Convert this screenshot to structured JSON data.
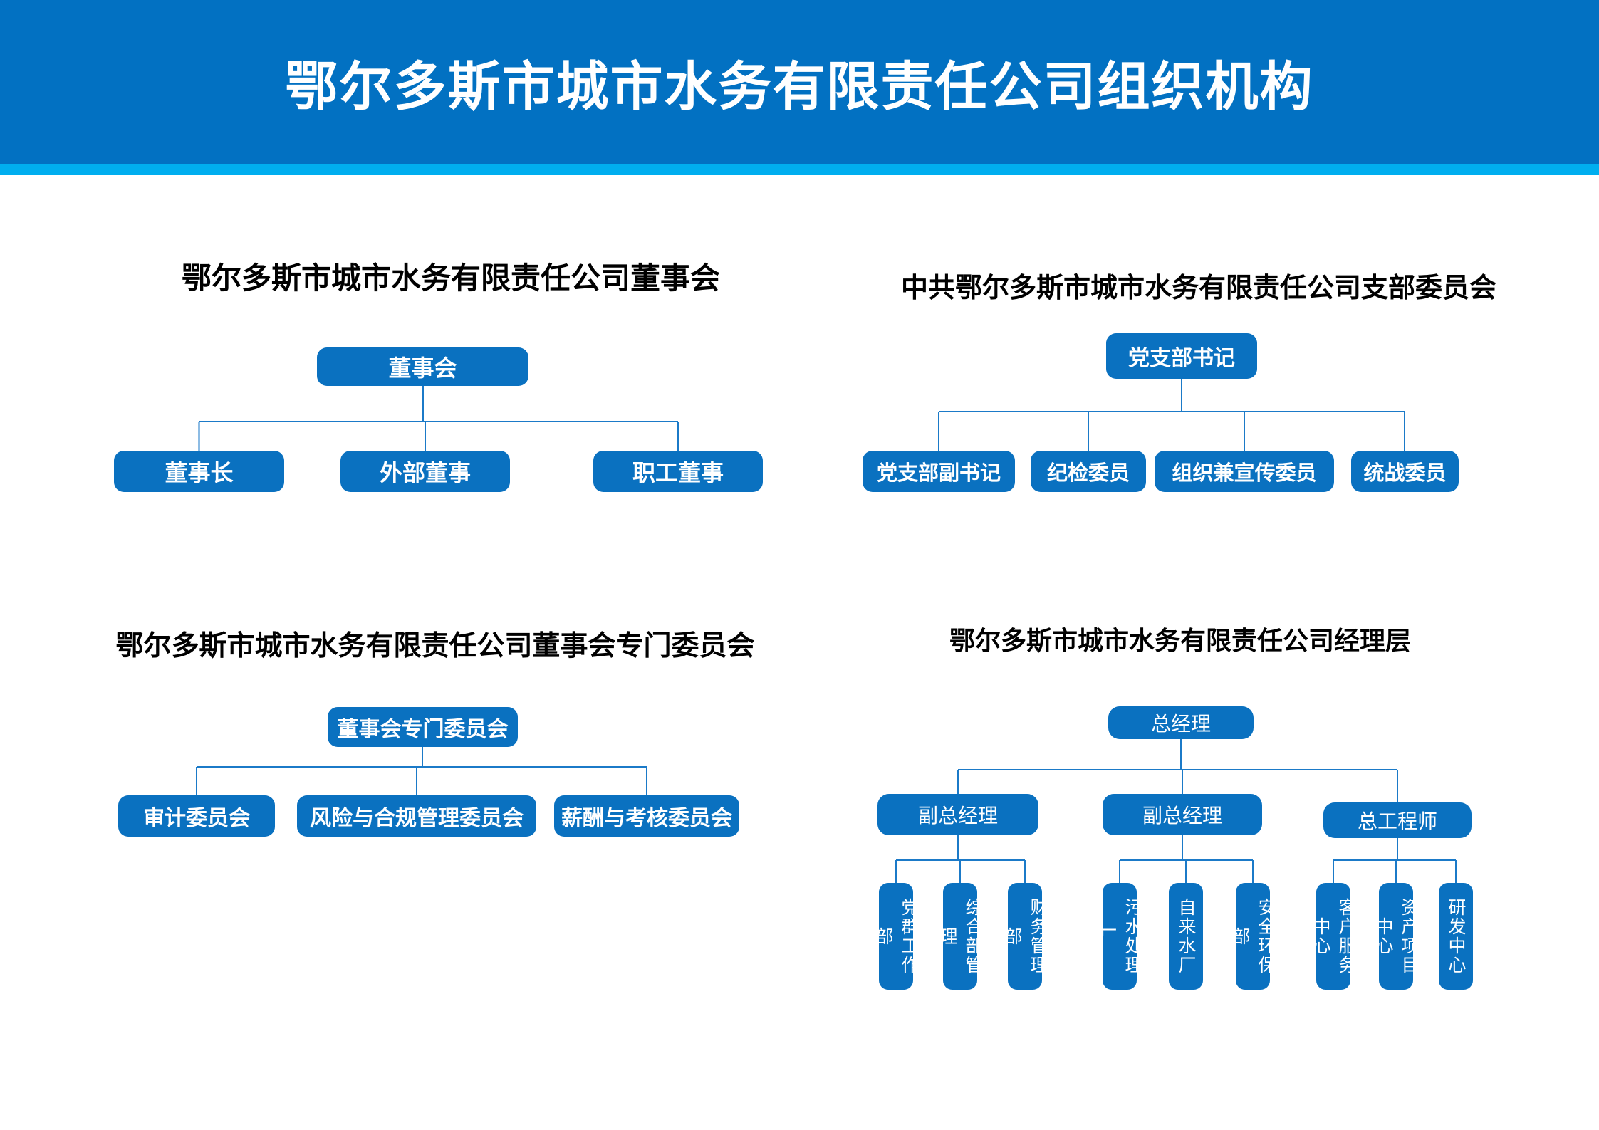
{
  "header": {
    "title": "鄂尔多斯市城市水务有限责任公司组织机构"
  },
  "colors": {
    "header_bg": "#0271c2",
    "accent_strip": "#00aeef",
    "node_bg": "#0a71c0",
    "node_text": "#ffffff",
    "connector": "#1b7ac8",
    "chart_title_text": "#000000",
    "page_bg": "#ffffff"
  },
  "charts": {
    "board": {
      "title": "鄂尔多斯市城市水务有限责任公司董事会",
      "root": "董事会",
      "children": [
        "董事长",
        "外部董事",
        "职工董事"
      ]
    },
    "party": {
      "title": "中共鄂尔多斯市城市水务有限责任公司支部委员会",
      "root": "党支部书记",
      "children": [
        "党支部副书记",
        "纪检委员",
        "组织兼宣传委员",
        "统战委员"
      ]
    },
    "special": {
      "title": "鄂尔多斯市城市水务有限责任公司董事会专门委员会",
      "root": "董事会专门委员会",
      "children": [
        "审计委员会",
        "风险与合规管理委员会",
        "薪酬与考核委员会"
      ]
    },
    "management": {
      "title": "鄂尔多斯市城市水务有限责任公司经理层",
      "root": "总经理",
      "groups": [
        {
          "head": "副总经理",
          "depts": [
            "党群工作部",
            "综合部管理",
            "财务管理部"
          ]
        },
        {
          "head": "副总经理",
          "depts": [
            "污水处理厂",
            "自来水厂",
            "安全环保部"
          ]
        },
        {
          "head": "总工程师",
          "depts": [
            "客户服务中心",
            "资产项目中心",
            "研发中心"
          ]
        }
      ]
    }
  }
}
